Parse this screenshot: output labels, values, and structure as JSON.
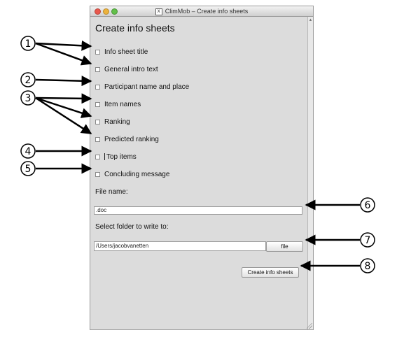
{
  "window": {
    "title": "ClimMob – Create info sheets",
    "app_icon_glyph": "X"
  },
  "main": {
    "heading": "Create info sheets",
    "checkboxes": [
      {
        "label": "Info sheet title",
        "checked": false
      },
      {
        "label": "General intro text",
        "checked": false
      },
      {
        "label": "Participant name and place",
        "checked": false
      },
      {
        "label": "Item names",
        "checked": false
      },
      {
        "label": "Ranking",
        "checked": false
      },
      {
        "label": "Predicted ranking",
        "checked": false
      },
      {
        "label": "Top items",
        "checked": false
      },
      {
        "label": "Concluding message",
        "checked": false
      }
    ],
    "file_name_label": "File name:",
    "file_name_value": ".doc",
    "folder_label": "Select folder to write to:",
    "folder_value": "/Users/jacobvanetten",
    "file_button": "file",
    "create_button": "Create info sheets"
  },
  "callouts": [
    "1",
    "2",
    "3",
    "4",
    "5",
    "6",
    "7",
    "8"
  ]
}
